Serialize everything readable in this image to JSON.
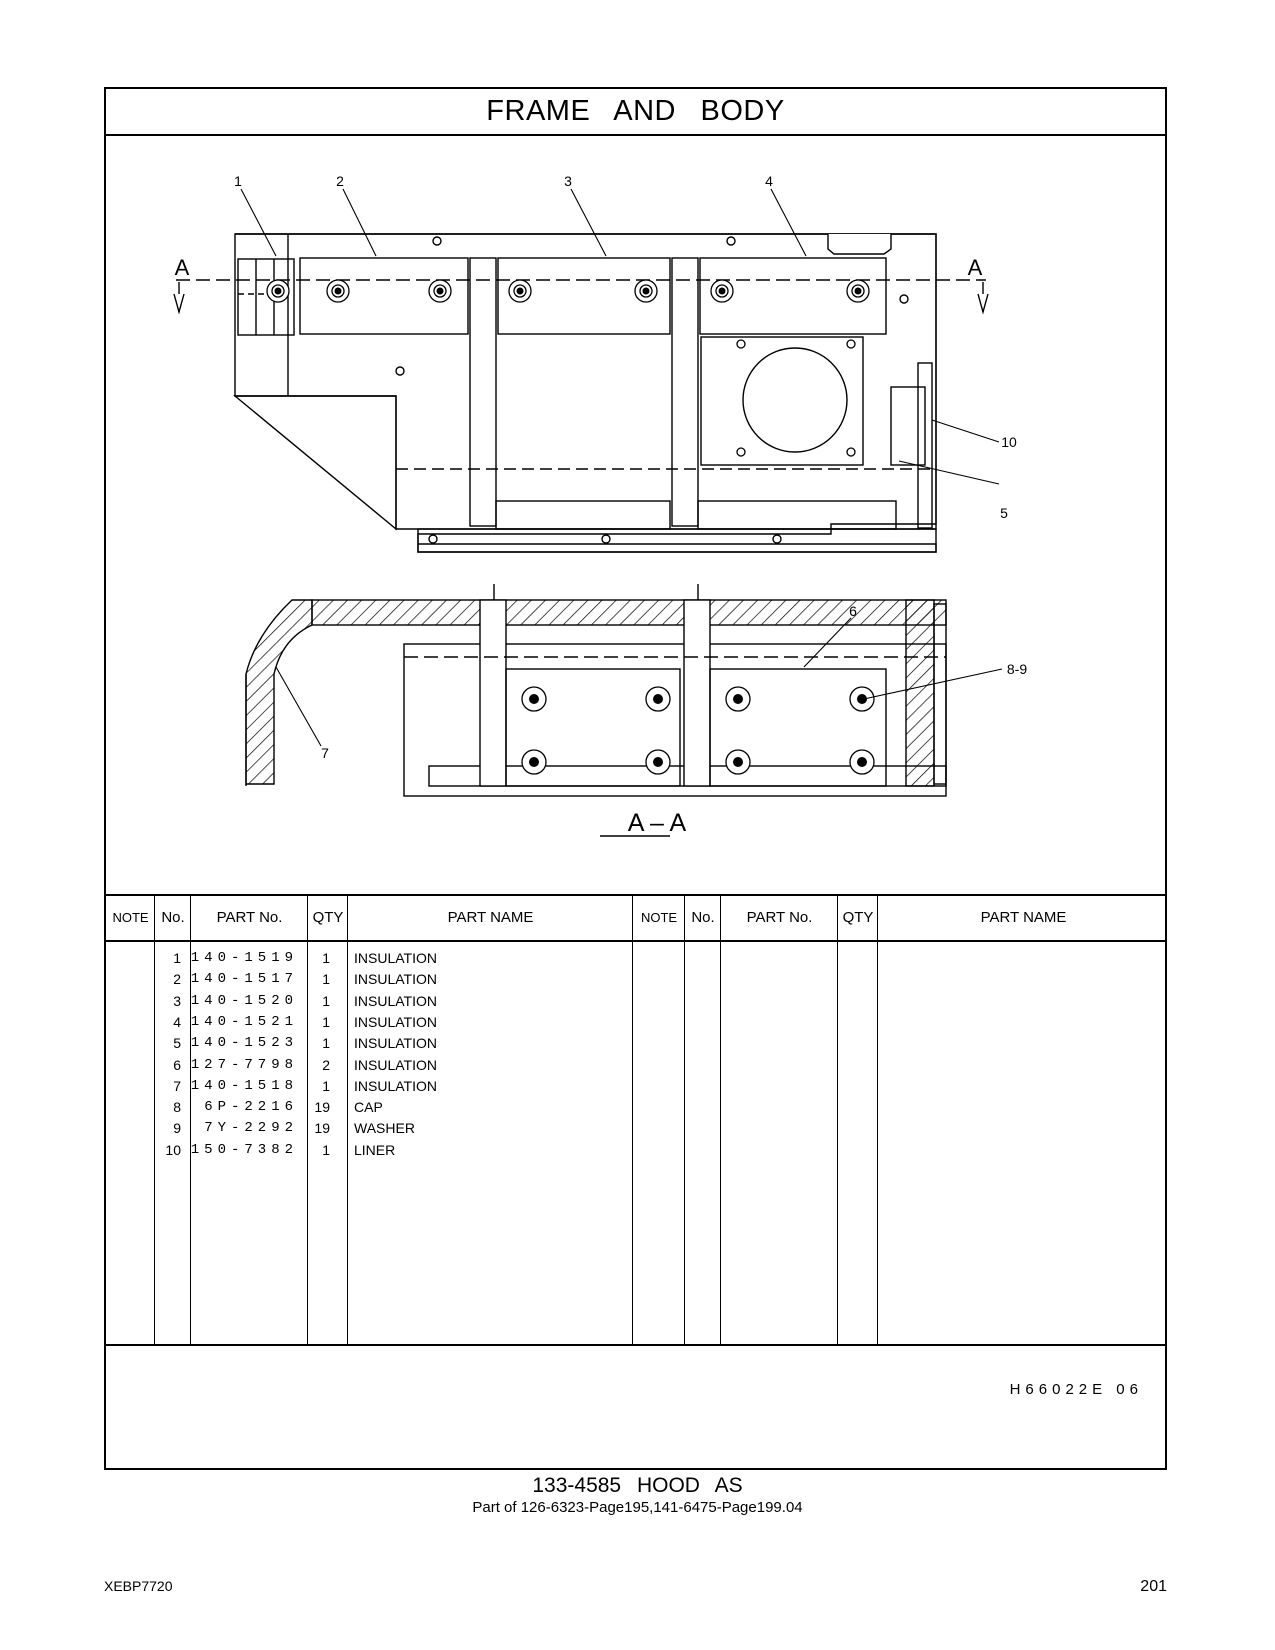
{
  "title": "FRAME AND BODY",
  "section_label": "A – A",
  "section_marker": "A",
  "callouts": {
    "c1": "1",
    "c2": "2",
    "c3": "3",
    "c4": "4",
    "c5": "5",
    "c6": "6",
    "c7": "7",
    "c89": "8-9",
    "c10": "10"
  },
  "table": {
    "headers": {
      "note": "NOTE",
      "no": "No.",
      "part_no": "PART No.",
      "qty": "QTY",
      "part_name": "PART NAME"
    },
    "rows": [
      {
        "no": "1",
        "part_no": "140-1519",
        "qty": "1",
        "name": "INSULATION"
      },
      {
        "no": "2",
        "part_no": "140-1517",
        "qty": "1",
        "name": "INSULATION"
      },
      {
        "no": "3",
        "part_no": "140-1520",
        "qty": "1",
        "name": "INSULATION"
      },
      {
        "no": "4",
        "part_no": "140-1521",
        "qty": "1",
        "name": "INSULATION"
      },
      {
        "no": "5",
        "part_no": "140-1523",
        "qty": "1",
        "name": "INSULATION"
      },
      {
        "no": "6",
        "part_no": "127-7798",
        "qty": "2",
        "name": "INSULATION"
      },
      {
        "no": "7",
        "part_no": "140-1518",
        "qty": "1",
        "name": "INSULATION"
      },
      {
        "no": "8",
        "part_no": "6P-2216",
        "qty": "19",
        "name": "CAP"
      },
      {
        "no": "9",
        "part_no": "7Y-2292",
        "qty": "19",
        "name": "WASHER"
      },
      {
        "no": "10",
        "part_no": "150-7382",
        "qty": "1",
        "name": "LINER"
      }
    ]
  },
  "illustration_code": "H66022E 06",
  "assembly_title": "133-4585 HOOD AS",
  "assembly_subtitle": "Part of 126-6323-Page195,141-6475-Page199.04",
  "document_number": "XEBP7720",
  "page_number": "201"
}
